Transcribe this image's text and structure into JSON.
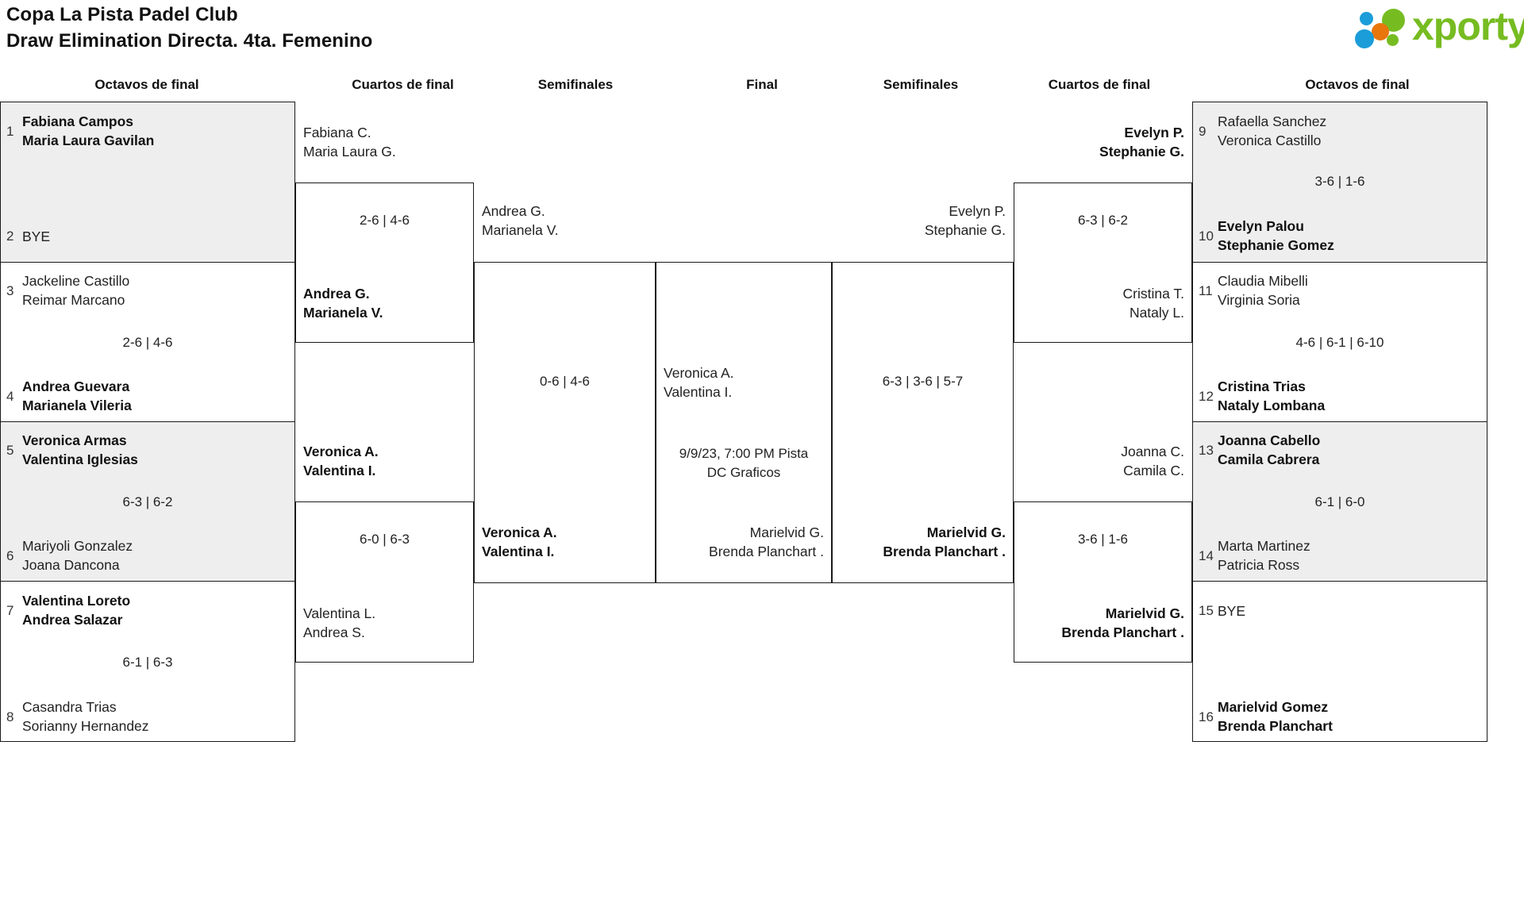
{
  "header": {
    "title_line1": "Copa La Pista Padel Club",
    "title_line2": "Draw Elimination Directa. 4ta. Femenino",
    "logo_word": "xporty",
    "logo_colors": {
      "green": "#76bc21",
      "blue": "#1b9dd9",
      "orange": "#e8760d"
    }
  },
  "rounds": {
    "left_r16": "Octavos de final",
    "left_qf": "Cuartos de final",
    "left_sf": "Semifinales",
    "final": "Final",
    "right_sf": "Semifinales",
    "right_qf": "Cuartos de final",
    "right_r16": "Octavos de final"
  },
  "left_r16": [
    {
      "seed_top": "1",
      "top_l1": "Fabiana Campos",
      "top_l2": "Maria Laura Gavilan",
      "top_win": true,
      "seed_bot": "2",
      "bot_l1": "BYE",
      "bot_l2": "",
      "bot_win": false,
      "score": "",
      "shaded": true
    },
    {
      "seed_top": "3",
      "top_l1": "Jackeline Castillo",
      "top_l2": "Reimar Marcano",
      "top_win": false,
      "seed_bot": "4",
      "bot_l1": "Andrea Guevara",
      "bot_l2": "Marianela Vileria",
      "bot_win": true,
      "score": "2-6 | 4-6",
      "shaded": false
    },
    {
      "seed_top": "5",
      "top_l1": "Veronica Armas",
      "top_l2": "Valentina Iglesias",
      "top_win": true,
      "seed_bot": "6",
      "bot_l1": "Mariyoli Gonzalez",
      "bot_l2": "Joana Dancona",
      "bot_win": false,
      "score": "6-3 | 6-2",
      "shaded": true
    },
    {
      "seed_top": "7",
      "top_l1": "Valentina Loreto",
      "top_l2": "Andrea Salazar",
      "top_win": true,
      "seed_bot": "8",
      "bot_l1": "Casandra Trias",
      "bot_l2": "Sorianny Hernandez",
      "bot_win": false,
      "score": "6-1 | 6-3",
      "shaded": false
    }
  ],
  "right_r16": [
    {
      "seed_top": "9",
      "top_l1": "Rafaella Sanchez",
      "top_l2": "Veronica Castillo",
      "top_win": false,
      "seed_bot": "10",
      "bot_l1": "Evelyn Palou",
      "bot_l2": "Stephanie Gomez",
      "bot_win": true,
      "score": "3-6 | 1-6",
      "shaded": true
    },
    {
      "seed_top": "11",
      "top_l1": "Claudia Mibelli",
      "top_l2": "Virginia Soria",
      "top_win": false,
      "seed_bot": "12",
      "bot_l1": "Cristina Trias",
      "bot_l2": "Nataly Lombana",
      "bot_win": true,
      "score": "4-6 | 6-1 | 6-10",
      "shaded": false
    },
    {
      "seed_top": "13",
      "top_l1": "Joanna Cabello",
      "top_l2": "Camila Cabrera",
      "top_win": true,
      "seed_bot": "14",
      "bot_l1": "Marta Martinez",
      "bot_l2": "Patricia Ross",
      "bot_win": false,
      "score": "6-1 | 6-0",
      "shaded": true
    },
    {
      "seed_top": "15",
      "top_l1": "BYE",
      "top_l2": "",
      "top_win": false,
      "seed_bot": "16",
      "bot_l1": "Marielvid Gomez",
      "bot_l2": "Brenda Planchart",
      "bot_win": true,
      "score": "",
      "shaded": false
    }
  ],
  "left_qf": [
    {
      "top_l1": "Fabiana C.",
      "top_l2": "Maria Laura G.",
      "top_win": false,
      "bot_l1": "Andrea G.",
      "bot_l2": "Marianela V.",
      "bot_win": true,
      "score": "2-6 | 4-6"
    },
    {
      "top_l1": "Veronica A.",
      "top_l2": "Valentina I.",
      "top_win": true,
      "bot_l1": "Valentina L.",
      "bot_l2": "Andrea S.",
      "bot_win": false,
      "score": "6-0 | 6-3"
    }
  ],
  "right_qf": [
    {
      "top_l1": "Evelyn P.",
      "top_l2": "Stephanie G.",
      "top_win": true,
      "bot_l1": "Cristina T.",
      "bot_l2": "Nataly L.",
      "bot_win": false,
      "score": "6-3 | 6-2"
    },
    {
      "top_l1": "Joanna C.",
      "top_l2": "Camila C.",
      "top_win": false,
      "bot_l1": "Marielvid G.",
      "bot_l2": "Brenda Planchart .",
      "bot_win": true,
      "score": "3-6 | 1-6"
    }
  ],
  "left_sf": {
    "top_l1": "Andrea G.",
    "top_l2": "Marianela V.",
    "top_win": false,
    "bot_l1": "Veronica A.",
    "bot_l2": "Valentina I.",
    "bot_win": true,
    "score": "0-6 | 4-6"
  },
  "right_sf": {
    "top_l1": "Evelyn P.",
    "top_l2": "Stephanie G.",
    "top_win": false,
    "bot_l1": "Marielvid G.",
    "bot_l2": "Brenda Planchart .",
    "bot_win": true,
    "score": "6-3 | 3-6 | 5-7"
  },
  "final": {
    "top_l1": "Veronica A.",
    "top_l2": "Valentina I.",
    "top_win": false,
    "bot_l1": "Marielvid G.",
    "bot_l2": "Brenda Planchart .",
    "bot_win": false,
    "meta_l1": "9/9/23, 7:00 PM Pista",
    "meta_l2": "DC Graficos"
  }
}
